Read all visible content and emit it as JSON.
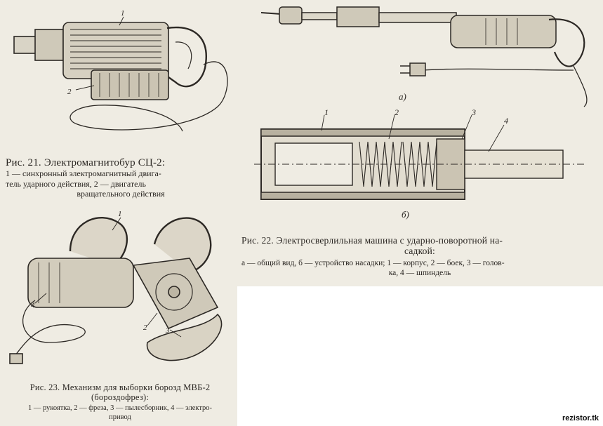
{
  "fig21": {
    "title": "Рис. 21. Электромагнитобур СЦ-2:",
    "legend_line1": "1 — синхронный электромагнитный двига-",
    "legend_line2": "тель ударного действия, 2 — двигатель",
    "legend_line3": "вращательного действия",
    "labels": [
      "1",
      "2"
    ]
  },
  "fig22": {
    "title_line1": "Рис. 22. Электросверлильная машина с ударно-поворотной на-",
    "title_line2": "садкой:",
    "legend_line1": "а — общий вид, б — устройство насадки; 1 — корпус, 2 — боек, 3 — голов-",
    "legend_line2": "ка, 4 — шпиндель",
    "sub_a": "а)",
    "sub_b": "б)",
    "labels": [
      "1",
      "2",
      "3",
      "4"
    ]
  },
  "fig23": {
    "title_line1": "Рис. 23. Механизм для выборки борозд МВБ-2",
    "title_line2": "(бороздофрез):",
    "legend_line1": "1 — рукоятка, 2 — фреза, 3 — пылесборник, 4 — электро-",
    "legend_line2": "привод",
    "labels": [
      "1",
      "2",
      "3",
      "4"
    ]
  },
  "watermark": "rezistor.tk"
}
